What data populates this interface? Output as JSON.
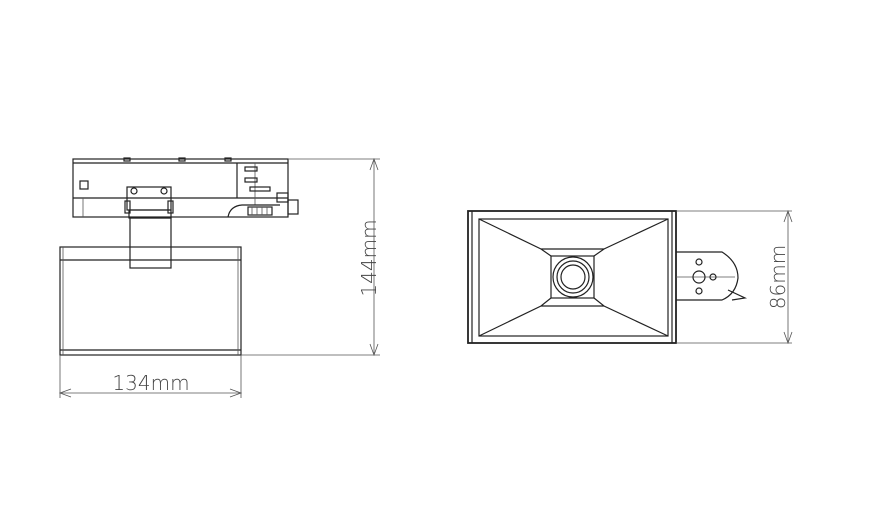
{
  "dimensions": {
    "height_label": "144mm",
    "width_label": "134mm",
    "depth_label": "86mm"
  },
  "colors": {
    "line": "#222222",
    "dimension": "#555555"
  }
}
